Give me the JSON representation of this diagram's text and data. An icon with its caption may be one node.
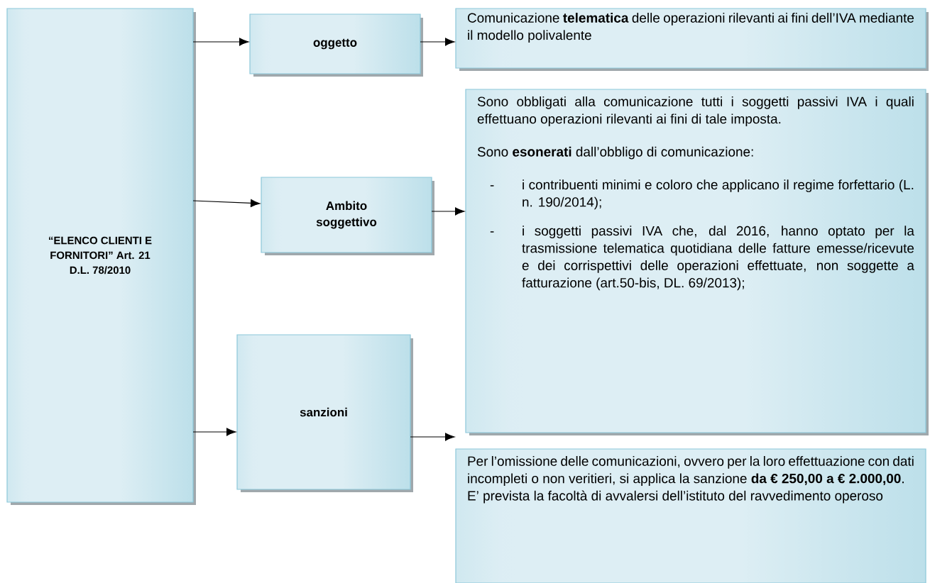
{
  "diagram": {
    "nodes": [
      {
        "text": [
          "“ELENCO CLIENTI E FORNITORI” Art. 21 D.L. 78/2010"
        ]
      },
      {
        "text": [
          "oggetto"
        ]
      },
      {
        "text": [
          "Comunicazione **telematica** delle operazioni rilevanti ai fini dell’IVA mediante il modello polivalente"
        ]
      },
      {
        "text": [
          "Ambito soggettivo"
        ]
      },
      {
        "text": [
          "Sono obbligati alla comunicazione tutti i soggetti passivi IVA i quali effettuano operazioni rilevanti ai fini di tale imposta.",
          "Sono **esonerati** dall’obbligo di comunicazione:",
          "-",
          "i contribuenti minimi e coloro che applicano il regime forfettario (L. n. 190/2014);",
          "-",
          "i soggetti passivi IVA che, dal 2016, hanno optato per la trasmissione telematica quotidiana delle fatture emesse/ricevute e dei corrispettivi delle operazioni effettuate, non soggette a fatturazione (art.50-bis, DL. 69/2013);"
        ]
      },
      {
        "text": [
          "sanzioni"
        ]
      },
      {
        "text": [
          "Per l’omissione delle comunicazioni, ovvero per la loro effettuazione con dati incompleti o non veritieri, si applica la sanzione **da € 250,00 a € 2.000,00**.",
          "E’ prevista la facoltà di avvalersi dell’istituto del ravvedimento operoso"
        ]
      }
    ],
    "edges": [
      {
        "from": 0,
        "to": 1,
        "arrow": "to"
      },
      {
        "from": 0,
        "to": 3,
        "arrow": "to"
      },
      {
        "from": 0,
        "to": 5,
        "arrow": "to"
      },
      {
        "from": 1,
        "to": 2,
        "arrow": "to"
      },
      {
        "from": 3,
        "to": 4,
        "arrow": "to"
      },
      {
        "from": 5,
        "to": 6,
        "arrow": "to"
      }
    ]
  }
}
